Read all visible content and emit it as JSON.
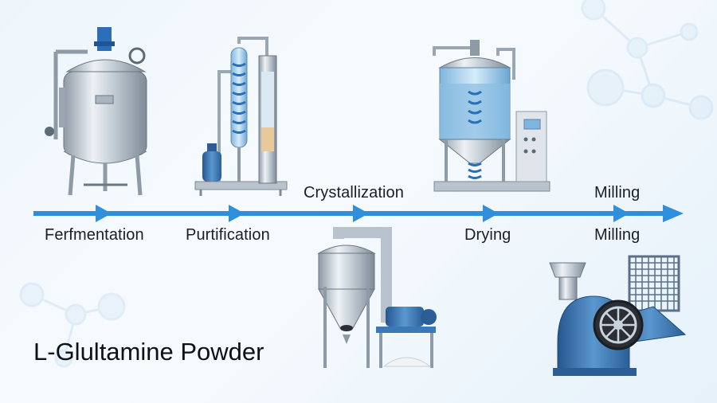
{
  "title": "L-Glultamine Powder",
  "timeline": {
    "steps_below": [
      "Ferfmentation",
      "Purtification",
      "Drying",
      "Milling"
    ],
    "steps_above": [
      "Crystallization",
      "Milling"
    ]
  },
  "equipment": [
    "fermentation-tank",
    "purification-column",
    "crystallization-tank",
    "cyclone-separator",
    "milling-machine"
  ],
  "colors": {
    "timeline": "#2f8fdb",
    "steel": "#c9d3dc",
    "blue_metal": "#3a78b8",
    "background": "#eef6fc"
  }
}
